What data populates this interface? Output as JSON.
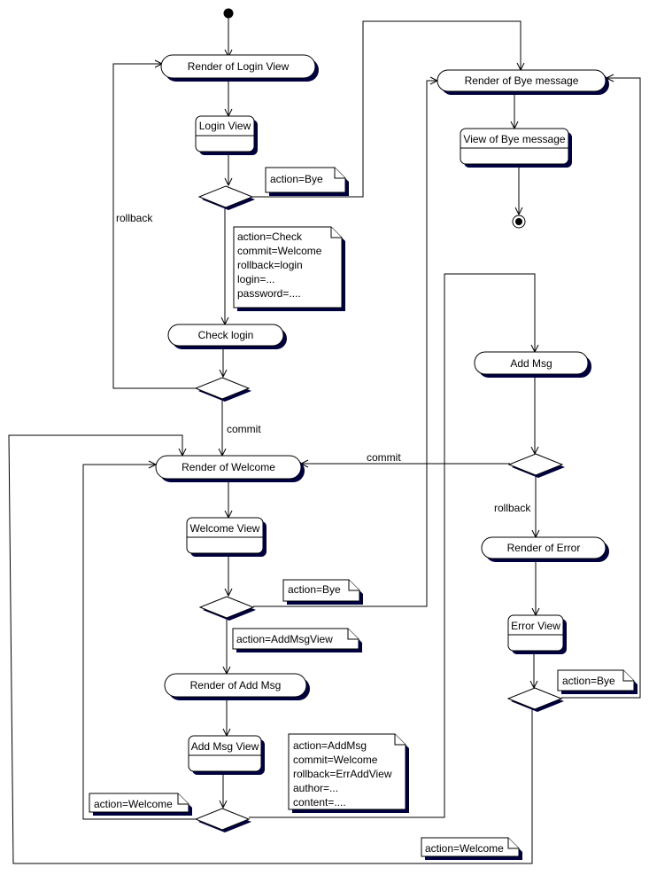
{
  "colors": {
    "shadow": "#000040",
    "stroke": "#000000",
    "fill": "#ffffff"
  },
  "states": {
    "render_login": "Render of Login View",
    "login_view": "Login View",
    "check_login": "Check login",
    "render_bye": "Render of Bye message",
    "view_bye": "View of Bye message",
    "render_welcome": "Render of Welcome",
    "welcome_view": "Welcome View",
    "render_add_msg": "Render of Add Msg",
    "add_msg_view": "Add Msg View",
    "add_msg": "Add Msg",
    "render_error": "Render of Error",
    "error_view": "Error View"
  },
  "labels": {
    "rollback_left": "rollback",
    "commit_login": "commit",
    "commit_addmsg": "commit",
    "rollback_addmsg": "rollback"
  },
  "notes": {
    "bye1": [
      "action=Bye"
    ],
    "check": [
      "action=Check",
      "commit=Welcome",
      "rollback=login",
      "login=...",
      "password=...."
    ],
    "bye2": [
      "action=Bye"
    ],
    "addmsgview": [
      "action=AddMsgView"
    ],
    "addmsg": [
      "action=AddMsg",
      "commit=Welcome",
      "rollback=ErrAddView",
      "author=...",
      "content=...."
    ],
    "welcome1": [
      "action=Welcome"
    ],
    "bye3": [
      "action=Bye"
    ],
    "welcome2": [
      "action=Welcome"
    ]
  }
}
